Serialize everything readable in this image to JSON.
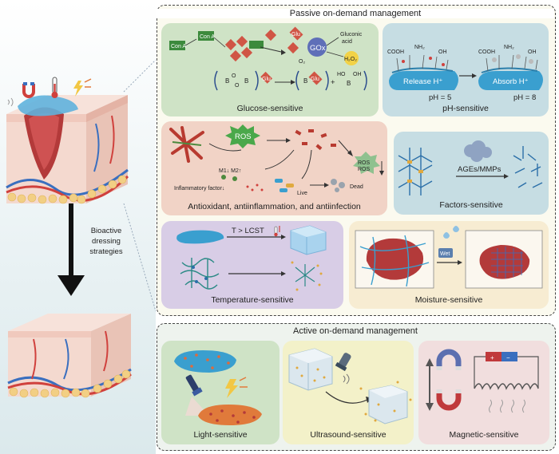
{
  "left": {
    "arrow_label": [
      "Bioactive",
      "dressing",
      "strategies"
    ]
  },
  "passive": {
    "title": "Passive on-demand management",
    "glucose": {
      "label": "Glucose-sensitive",
      "con_a": "Con A",
      "glu": "Glu",
      "gox": "GOx",
      "gluconic": [
        "Gluconic",
        "acid"
      ],
      "o2": "O₂",
      "h2o2": "H₂O₂",
      "b": "B",
      "o": "O",
      "ho": "HO",
      "oh": "OH"
    },
    "ph": {
      "label": "pH-sensitive",
      "release": "Release H⁺",
      "absorb": "Absorb H⁺",
      "ph5": "pH = 5",
      "ph8": "pH = 8",
      "cooh": "COOH",
      "nh2": "NH₂",
      "oh": "OH"
    },
    "antiox": {
      "label": "Antioxidant, antiinflammation, and antiinfection",
      "ros": "ROS",
      "m1m2": "M1↓ M2↑",
      "inflam": "Inflammatory factor↓",
      "live": "Live",
      "dead": "Dead"
    },
    "factors": {
      "label": "Factors-sensitive",
      "ages": "AGEs/MMPs"
    },
    "temp": {
      "label": "Temperature-sensitive",
      "lcst": "T > LCST"
    },
    "moisture": {
      "label": "Moisture-sensitive",
      "wet": "Wet"
    }
  },
  "active": {
    "title": "Active on-demand management",
    "light": {
      "label": "Light-sensitive"
    },
    "ultra": {
      "label": "Ultrasound-sensitive"
    },
    "magnetic": {
      "label": "Magnetic-sensitive"
    }
  },
  "colors": {
    "green_panel": "#cfe3c6",
    "blue_panel": "#c6dde3",
    "peach_panel": "#f1d3c6",
    "purple_panel": "#d8cde6",
    "cream_panel": "#f7ecd2",
    "yellow_panel": "#f3f1c9",
    "pink_panel": "#f1dede",
    "passive_bg": "#fbfaef",
    "active_bg": "#eef3ee"
  }
}
